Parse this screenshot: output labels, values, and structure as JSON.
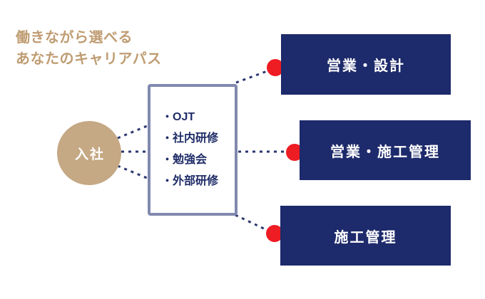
{
  "title": {
    "line1": "働きながら選べる",
    "line2": "あなたのキャリアパス"
  },
  "start_node": {
    "label": "入社"
  },
  "training_box": {
    "items": [
      {
        "bullet": "・",
        "label": "OJT"
      },
      {
        "bullet": "・",
        "label": "社内研修"
      },
      {
        "bullet": "・",
        "label": "勉強会"
      },
      {
        "bullet": "・",
        "label": "外部研修"
      }
    ]
  },
  "career_paths": [
    {
      "label": "営業・設計"
    },
    {
      "label": "営業・施工管理"
    },
    {
      "label": "施工管理"
    }
  ],
  "colors": {
    "background": "#ffffff",
    "title_text": "#bf9c72",
    "start_circle": "#c5a884",
    "start_circle_text": "#ffffff",
    "training_box_border": "#8189ae",
    "training_box_bg": "#ffffff",
    "training_text": "#1f2d68",
    "career_box_bg": "#1d2a6b",
    "career_box_text": "#ffffff",
    "connector_line": "#2b3770",
    "connector_dot": "#ee1c23"
  }
}
